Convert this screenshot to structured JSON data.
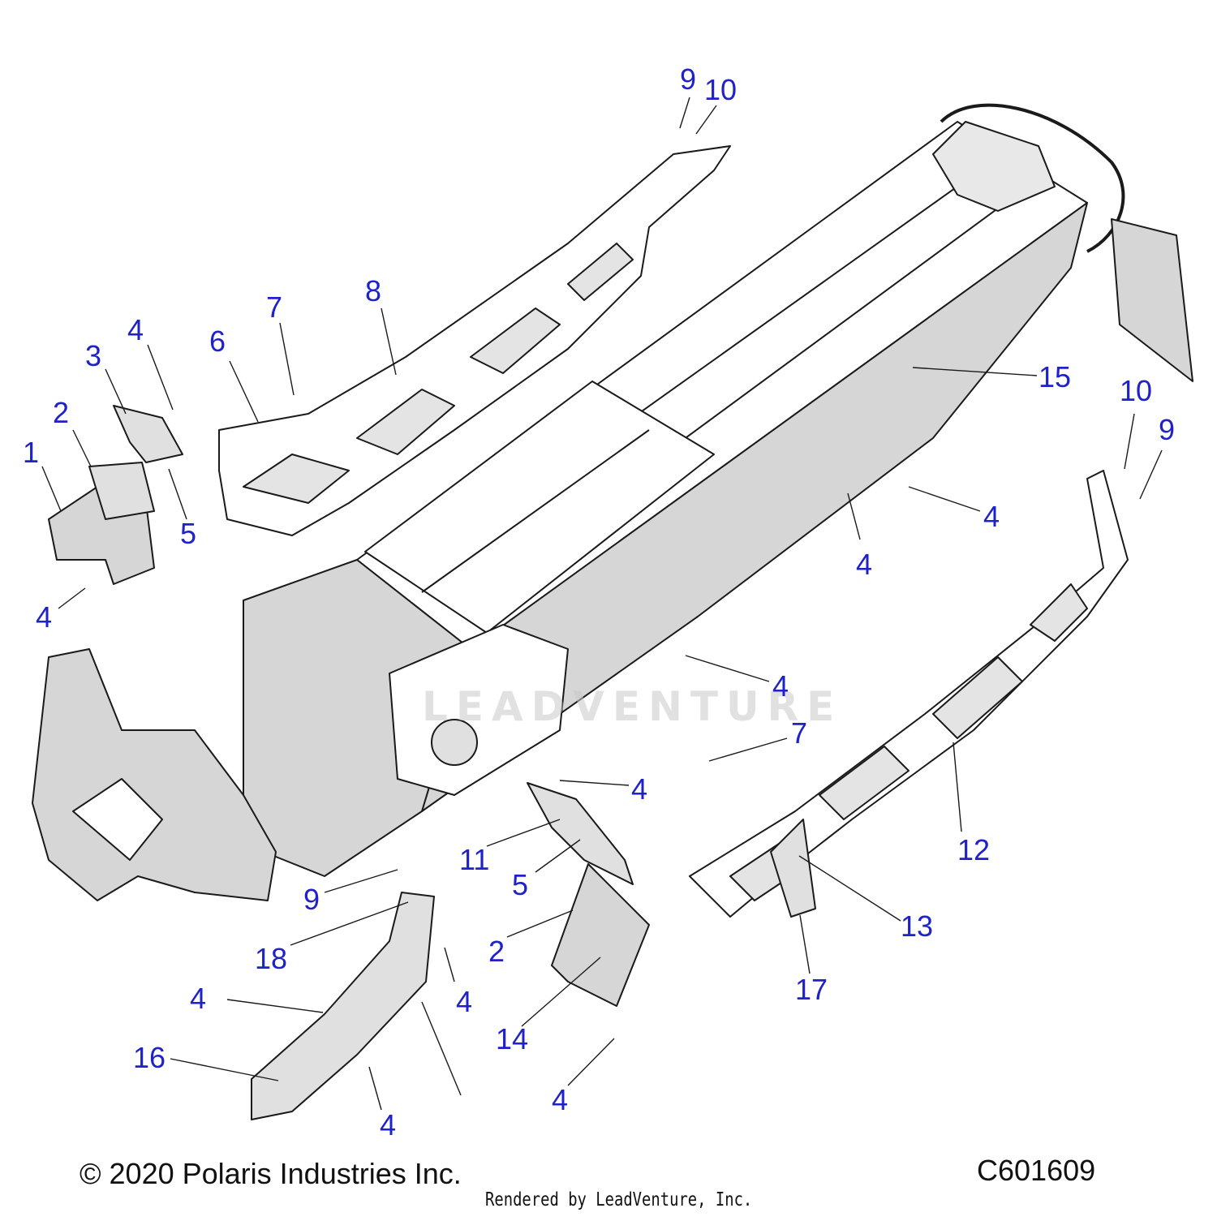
{
  "diagram": {
    "callouts": [
      {
        "id": "c1",
        "label": "1"
      },
      {
        "id": "c2a",
        "label": "2"
      },
      {
        "id": "c3",
        "label": "3"
      },
      {
        "id": "c4a",
        "label": "4"
      },
      {
        "id": "c5a",
        "label": "5"
      },
      {
        "id": "c4b",
        "label": "4"
      },
      {
        "id": "c6",
        "label": "6"
      },
      {
        "id": "c7a",
        "label": "7"
      },
      {
        "id": "c8",
        "label": "8"
      },
      {
        "id": "c9a",
        "label": "9"
      },
      {
        "id": "c10a",
        "label": "10"
      },
      {
        "id": "c15",
        "label": "15"
      },
      {
        "id": "c10b",
        "label": "10"
      },
      {
        "id": "c9b",
        "label": "9"
      },
      {
        "id": "c4c",
        "label": "4"
      },
      {
        "id": "c4d",
        "label": "4"
      },
      {
        "id": "c4e",
        "label": "4"
      },
      {
        "id": "c7b",
        "label": "7"
      },
      {
        "id": "c4f",
        "label": "4"
      },
      {
        "id": "c11",
        "label": "11"
      },
      {
        "id": "c5b",
        "label": "5"
      },
      {
        "id": "c12",
        "label": "12"
      },
      {
        "id": "c9c",
        "label": "9"
      },
      {
        "id": "c18",
        "label": "18"
      },
      {
        "id": "c2b",
        "label": "2"
      },
      {
        "id": "c4g",
        "label": "4"
      },
      {
        "id": "c13",
        "label": "13"
      },
      {
        "id": "c17",
        "label": "17"
      },
      {
        "id": "c4h",
        "label": "4"
      },
      {
        "id": "c14",
        "label": "14"
      },
      {
        "id": "c16",
        "label": "16"
      },
      {
        "id": "c4i",
        "label": "4"
      },
      {
        "id": "c4j",
        "label": "4"
      }
    ],
    "watermark": "LEADVENTURE",
    "copyright": "© 2020 Polaris Industries Inc.",
    "diagram_code": "C601609",
    "render_credit": "Rendered by LeadVenture, Inc.",
    "colors": {
      "callout": "#1e22c8",
      "line": "#1a1a1a",
      "shade": "#d6d6d6",
      "paper": "#ffffff"
    }
  }
}
